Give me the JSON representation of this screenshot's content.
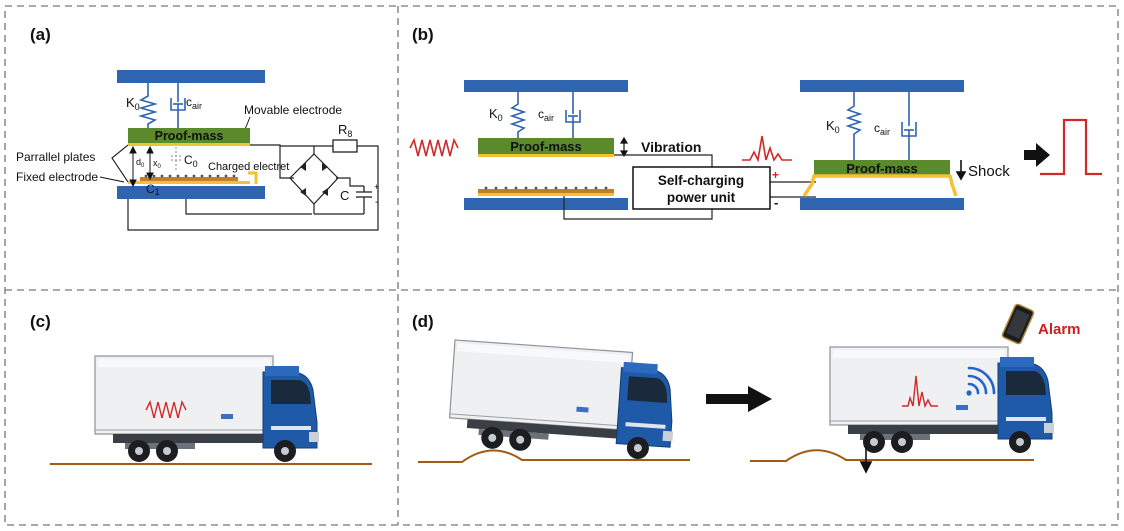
{
  "panels": {
    "a": "(a)",
    "b": "(b)",
    "c": "(c)",
    "d": "(d)"
  },
  "a": {
    "k": "K",
    "k_sub": "0",
    "cair_c": "c",
    "cair_sub": "air",
    "proof_mass": "Proof-mass",
    "movable_electrode": "Movable electrode",
    "r": "R",
    "r_sub": "8",
    "parallel_plates": "Parrallel plates",
    "fixed_electrode": "Fixed electrode",
    "d0": "d",
    "d0_sub": "0",
    "x0": "x",
    "x0_sub": "0",
    "c0": "C",
    "c0_sub": "0",
    "c1": "C",
    "c1_sub": "1",
    "charged_electret": "Charged electret",
    "c_cap": "C",
    "plus": "+",
    "minus": "-"
  },
  "b": {
    "k": "K",
    "k_sub": "0",
    "cair_c": "c",
    "cair_sub": "air",
    "proof_mass": "Proof-mass",
    "vibration": "Vibration",
    "power_unit_line1": "Self-charging",
    "power_unit_line2": "power unit",
    "plus": "+",
    "minus": "-",
    "shock": "Shock"
  },
  "d": {
    "alarm": "Alarm"
  },
  "colors": {
    "plate": "#2e64b0",
    "proof_mass": "#5a8a2c",
    "electrode": "#f2c230",
    "wave": "#d22828",
    "road": "#a25a14",
    "truck_cab": "#1f5aa8",
    "alarm": "#cc1f1f",
    "wifi": "#2563c7"
  }
}
